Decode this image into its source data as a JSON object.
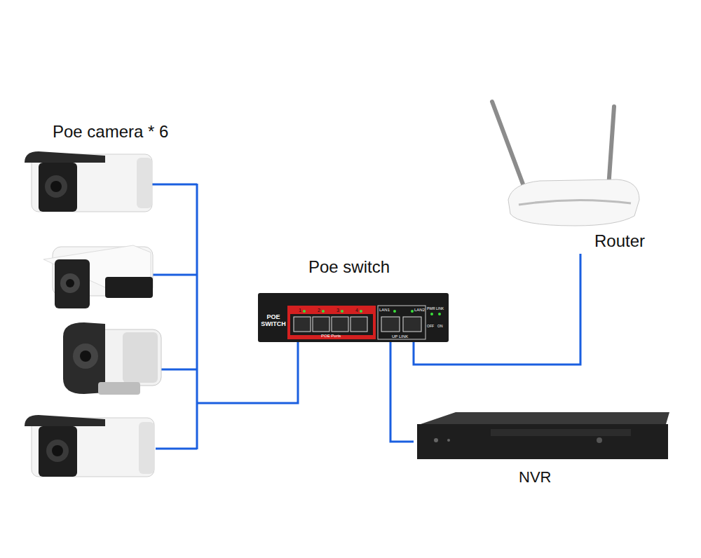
{
  "diagram": {
    "nodes": [
      {
        "text": [
          "Poe camera * 6"
        ]
      },
      {
        "text": [
          "Poe switch"
        ]
      },
      {
        "text": [
          "Router"
        ]
      },
      {
        "text": [
          "NVR"
        ]
      }
    ],
    "edges": [
      {
        "from": 0,
        "to": 1,
        "arrow": "none"
      },
      {
        "from": 1,
        "to": 2,
        "arrow": "none"
      },
      {
        "from": 1,
        "to": 3,
        "arrow": "none"
      }
    ],
    "labels": [
      "POE SWITCH",
      "1",
      "2",
      "3",
      "4",
      "POE Ports",
      "LAN1",
      "LAN2",
      "UP LINK",
      "PWR",
      "LINK",
      "OFF",
      "ON"
    ]
  }
}
